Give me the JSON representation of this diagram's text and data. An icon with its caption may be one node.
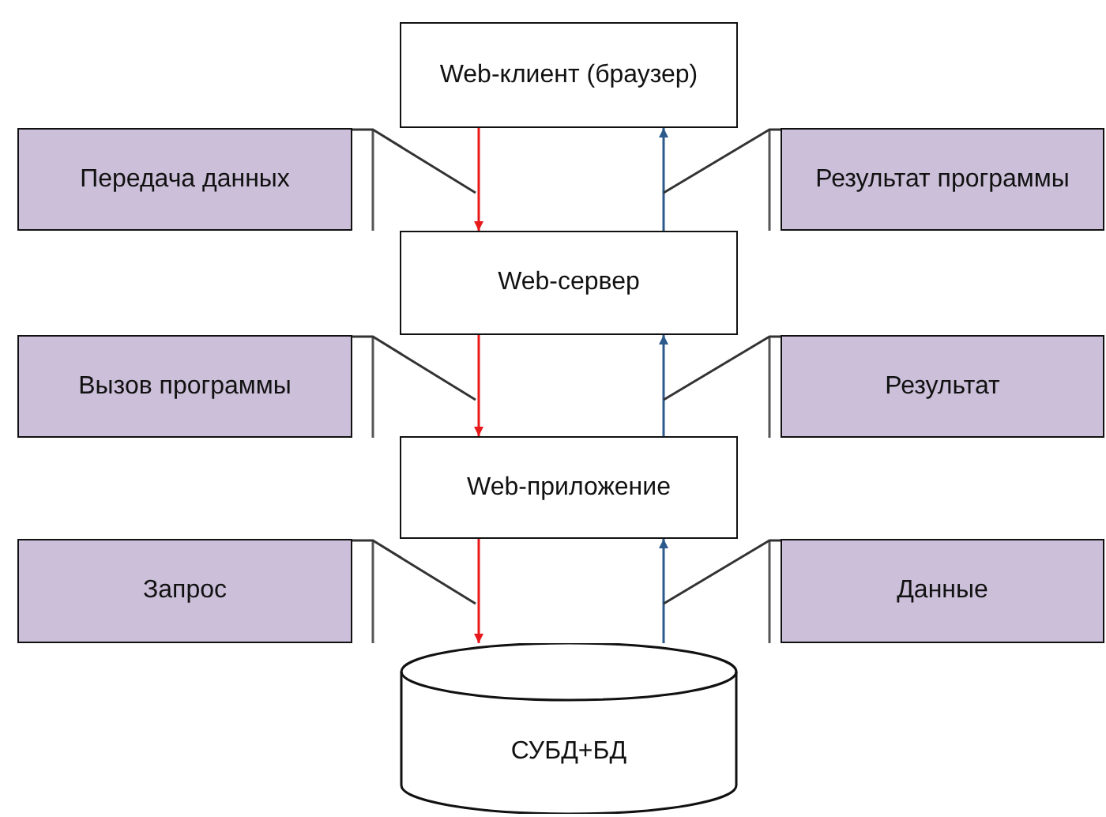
{
  "diagram": {
    "nodes": [
      {
        "text": [
          "Web-клиент (браузер)"
        ]
      },
      {
        "text": [
          "Передача данных"
        ]
      },
      {
        "text": [
          "Результат программы"
        ]
      },
      {
        "text": [
          "Web-сервер"
        ]
      },
      {
        "text": [
          "Вызов программы"
        ]
      },
      {
        "text": [
          "Результат"
        ]
      },
      {
        "text": [
          "Web-приложение"
        ]
      },
      {
        "text": [
          "Запрос"
        ]
      },
      {
        "text": [
          "Данные"
        ]
      },
      {
        "text": [
          "СУБД+БД"
        ]
      }
    ],
    "edges": [
      {
        "from": 0,
        "to": 3,
        "arrow": "to",
        "color": "#e8191b"
      },
      {
        "from": 3,
        "to": 0,
        "arrow": "to",
        "color": "#2c5a8c"
      },
      {
        "from": 3,
        "to": 6,
        "arrow": "to",
        "color": "#e8191b"
      },
      {
        "from": 6,
        "to": 3,
        "arrow": "to",
        "color": "#2c5a8c"
      },
      {
        "from": 6,
        "to": 9,
        "arrow": "to",
        "color": "#e8191b"
      },
      {
        "from": 9,
        "to": 6,
        "arrow": "to",
        "color": "#2c5a8c"
      },
      {
        "from": 1,
        "to": null,
        "arrow": "none"
      },
      {
        "from": 2,
        "to": null,
        "arrow": "none"
      },
      {
        "from": 4,
        "to": null,
        "arrow": "none"
      },
      {
        "from": 5,
        "to": null,
        "arrow": "none"
      },
      {
        "from": 7,
        "to": null,
        "arrow": "none"
      },
      {
        "from": 8,
        "to": null,
        "arrow": "none"
      }
    ]
  }
}
